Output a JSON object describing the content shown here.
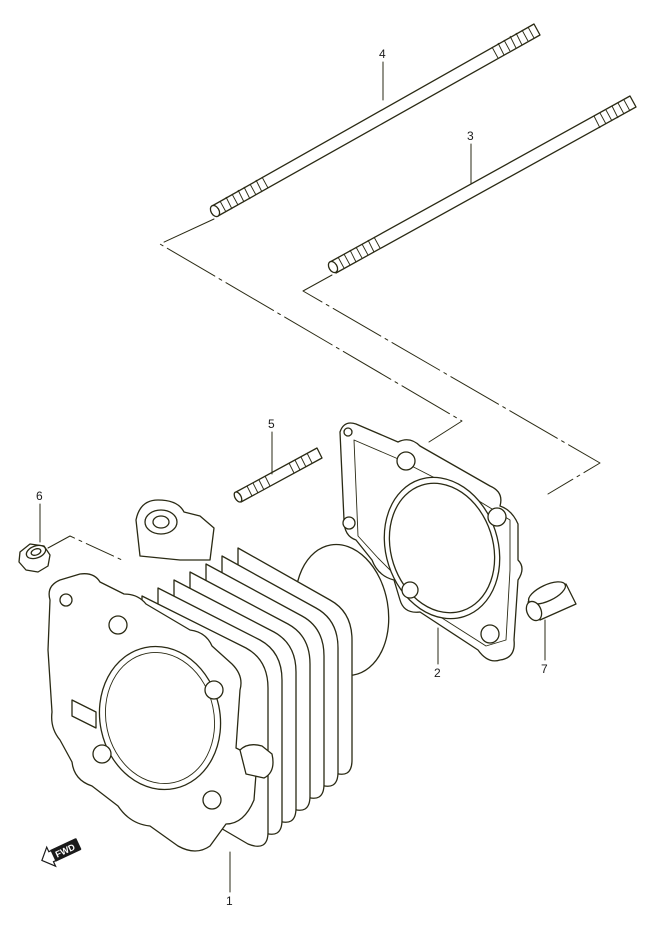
{
  "diagram": {
    "callouts": [
      {
        "id": "1",
        "label": "1"
      },
      {
        "id": "2",
        "label": "2"
      },
      {
        "id": "3",
        "label": "3"
      },
      {
        "id": "4",
        "label": "4"
      },
      {
        "id": "5",
        "label": "5"
      },
      {
        "id": "6",
        "label": "6"
      },
      {
        "id": "7",
        "label": "7"
      }
    ],
    "direction_badge": {
      "text": "FWD",
      "icon": "arrow-left-icon"
    },
    "line_color": "#2a2a14"
  }
}
